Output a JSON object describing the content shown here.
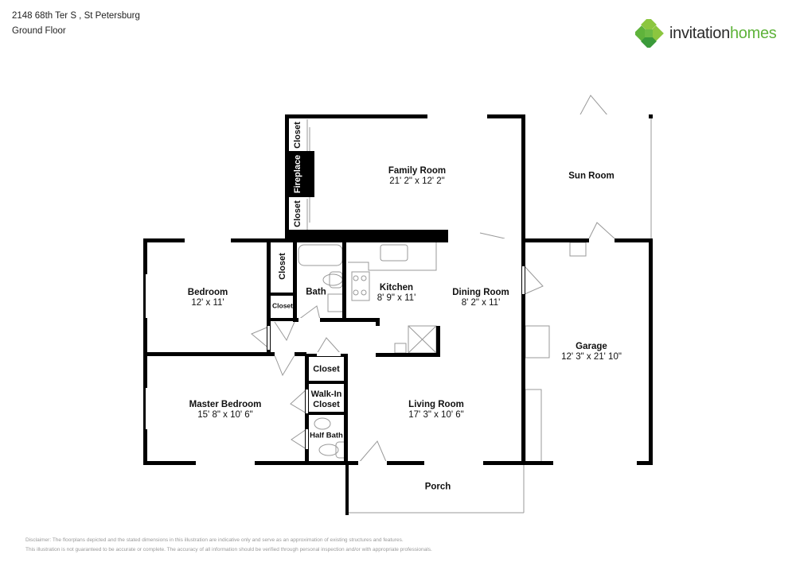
{
  "header": {
    "address": "2148 68th Ter S , St Petersburg",
    "floor": "Ground Floor"
  },
  "logo": {
    "icon": "clover-diamond-icon",
    "text_primary": "invitation",
    "text_secondary": "homes",
    "colors": {
      "dark": "#2b2b2b",
      "green": "#5fb33b",
      "light_green": "#8cc63f",
      "dark_green": "#3a9a3a"
    }
  },
  "rooms": {
    "family_room": {
      "name": "Family Room",
      "dims": "21' 2\" x 12' 2\""
    },
    "sun_room": {
      "name": "Sun Room"
    },
    "bedroom": {
      "name": "Bedroom",
      "dims": "12' x 11'"
    },
    "bath": {
      "name": "Bath"
    },
    "kitchen": {
      "name": "Kitchen",
      "dims": "8' 9\" x 11'"
    },
    "dining_room": {
      "name": "Dining Room",
      "dims": "8' 2\" x 11'"
    },
    "garage": {
      "name": "Garage",
      "dims": "12' 3\" x 21' 10\""
    },
    "master_bedroom": {
      "name": "Master Bedroom",
      "dims": "15' 8\" x 10' 6\""
    },
    "living_room": {
      "name": "Living Room",
      "dims": "17' 3\" x 10' 6\""
    },
    "porch": {
      "name": "Porch"
    },
    "closet_family_top": {
      "name": "Closet"
    },
    "fireplace": {
      "name": "Fireplace"
    },
    "closet_family_bottom": {
      "name": "Closet"
    },
    "closet_bedroom_vertical": {
      "name": "Closet"
    },
    "closet_bedroom_small": {
      "name": "Closet"
    },
    "closet_hall": {
      "name": "Closet"
    },
    "walk_in_closet": {
      "name": "Walk-In Closet",
      "line1": "Walk-In",
      "line2": "Closet"
    },
    "half_bath": {
      "name": "Half Bath"
    }
  },
  "disclaimer": {
    "line1": "Disclaimer: The floorplans depicted and the stated dimensions in this illustration are indicative only and serve as an approximation of existing structures and features.",
    "line2": "This illustration is not guaranteed to be accurate or complete. The accuracy of all information should be verified through personal inspection and/or with appropriate professionals."
  }
}
